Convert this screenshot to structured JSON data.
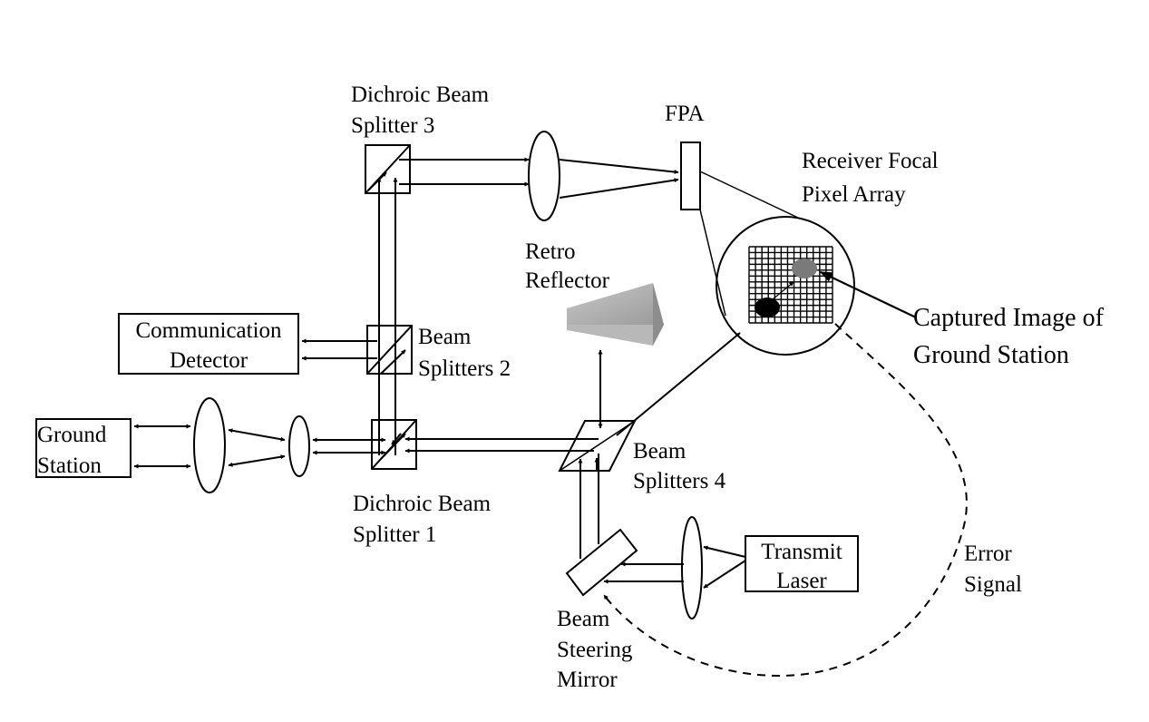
{
  "labels": {
    "dichroic_bs3": [
      "Dichroic Beam",
      "Splitter 3"
    ],
    "fpa": "FPA",
    "receiver_focal": [
      "Receiver Focal",
      "Pixel Array"
    ],
    "retro_reflector": [
      "Retro",
      "Reflector"
    ],
    "communication_detector": [
      "Communication",
      "Detector"
    ],
    "beam_splitters_2": [
      "Beam",
      "Splitters 2"
    ],
    "captured_image": [
      "Captured Image of",
      "Ground Station"
    ],
    "ground_station": [
      "Ground",
      "Station"
    ],
    "beam_splitters_4": [
      "Beam",
      "Splitters 4"
    ],
    "dichroic_bs1": [
      "Dichroic Beam",
      "Splitter  1"
    ],
    "transmit_laser": [
      "Transmit",
      "Laser"
    ],
    "error_signal": [
      "Error",
      "Signal"
    ],
    "beam_steering_mirror": [
      "Beam",
      "Steering",
      "Mirror"
    ]
  }
}
